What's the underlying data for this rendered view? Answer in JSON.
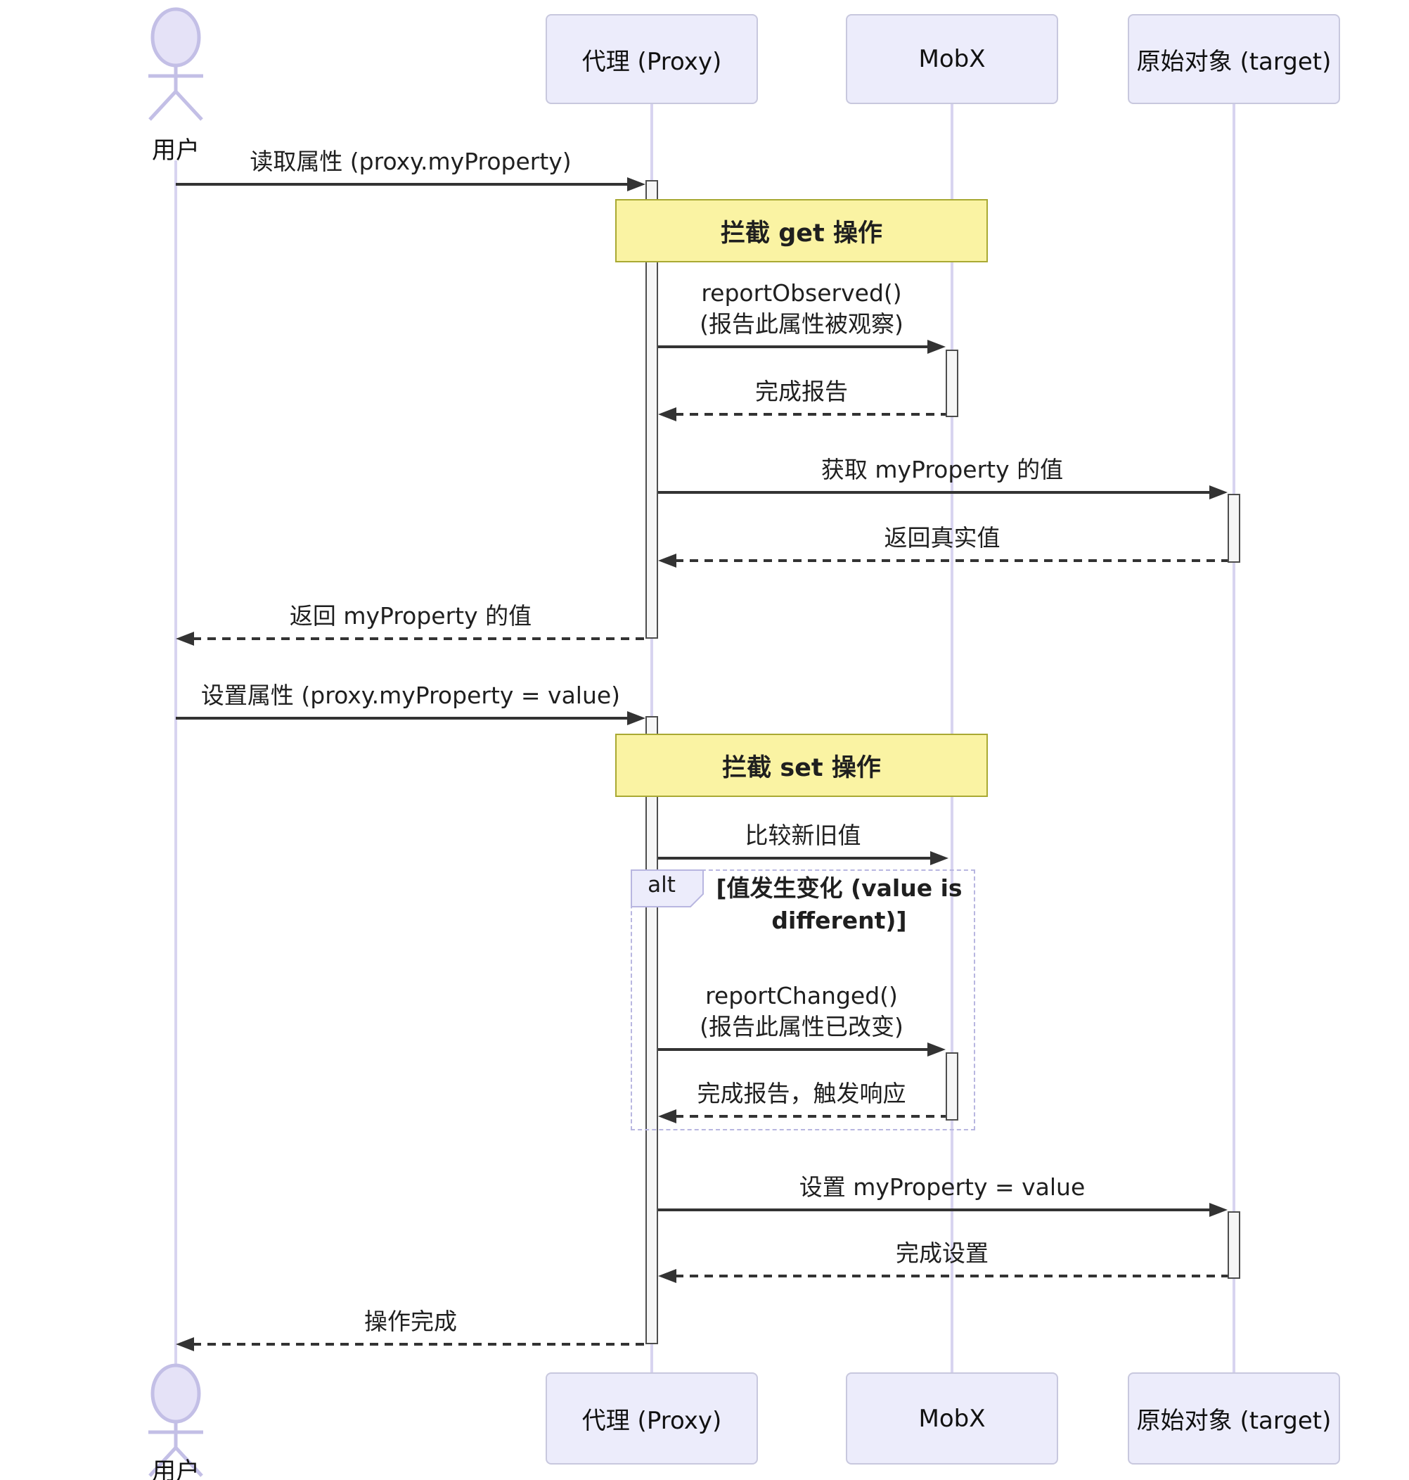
{
  "diagram": {
    "type": "sequence",
    "actor": {
      "label": "用户"
    },
    "participants": [
      {
        "id": "proxy",
        "label": "代理 (Proxy)"
      },
      {
        "id": "mobx",
        "label": "MobX"
      },
      {
        "id": "target",
        "label": "原始对象 (target)"
      }
    ],
    "notes": [
      {
        "over": "代理 (Proxy) 和 MobX",
        "text": "拦截 get 操作"
      },
      {
        "over": "代理 (Proxy) 和 MobX",
        "text": "拦截 set 操作"
      }
    ],
    "alt": {
      "label": "alt",
      "condition": "[值发生变化 (value is\ndifferent)]"
    },
    "messages": [
      {
        "from": "用户",
        "to": "代理 (Proxy)",
        "type": "solid",
        "text": "读取属性 (proxy.myProperty)"
      },
      {
        "from": "代理 (Proxy)",
        "to": "MobX",
        "type": "solid",
        "text": "reportObserved()\n(报告此属性被观察)"
      },
      {
        "from": "MobX",
        "to": "代理 (Proxy)",
        "type": "dashed",
        "text": "完成报告"
      },
      {
        "from": "代理 (Proxy)",
        "to": "原始对象 (target)",
        "type": "solid",
        "text": "获取 myProperty 的值"
      },
      {
        "from": "原始对象 (target)",
        "to": "代理 (Proxy)",
        "type": "dashed",
        "text": "返回真实值"
      },
      {
        "from": "代理 (Proxy)",
        "to": "用户",
        "type": "dashed",
        "text": "返回 myProperty 的值"
      },
      {
        "from": "用户",
        "to": "代理 (Proxy)",
        "type": "solid",
        "text": "设置属性 (proxy.myProperty = value)"
      },
      {
        "from": "代理 (Proxy)",
        "to": "MobX",
        "type": "solid",
        "text": "比较新旧值"
      },
      {
        "from": "代理 (Proxy)",
        "to": "MobX",
        "type": "solid",
        "text": "reportChanged()\n(报告此属性已改变)"
      },
      {
        "from": "MobX",
        "to": "代理 (Proxy)",
        "type": "dashed",
        "text": "完成报告，触发响应"
      },
      {
        "from": "代理 (Proxy)",
        "to": "原始对象 (target)",
        "type": "solid",
        "text": "设置 myProperty = value"
      },
      {
        "from": "原始对象 (target)",
        "to": "代理 (Proxy)",
        "type": "dashed",
        "text": "完成设置"
      },
      {
        "from": "代理 (Proxy)",
        "to": "用户",
        "type": "dashed",
        "text": "操作完成"
      }
    ],
    "colors": {
      "participant_fill": "#ECECFB",
      "participant_border": "#C8C8DE",
      "lifeline": "#D8D4F0",
      "note_fill": "#FAF3A3",
      "note_border": "#A9A933",
      "activation_fill": "#F6F6F6",
      "activation_border": "#4D4D4D",
      "frame_border": "#B8B6E0",
      "arrow": "#333333"
    }
  }
}
